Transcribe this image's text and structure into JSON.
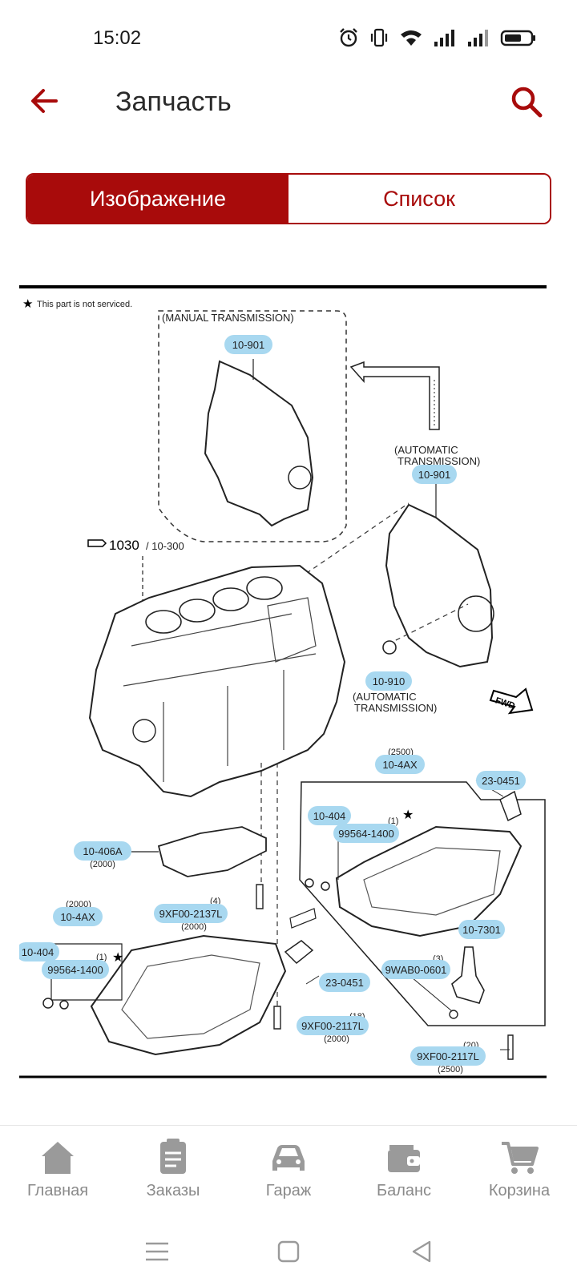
{
  "status_bar": {
    "time": "15:02",
    "icons": [
      "alarm-icon",
      "vibrate-icon",
      "wifi-icon",
      "signal-icon",
      "signal-icon",
      "battery-icon"
    ]
  },
  "app_bar": {
    "title": "Запчасть",
    "back_icon": "arrow-left-icon",
    "search_icon": "search-icon"
  },
  "tabs": [
    {
      "label": "Изображение",
      "active": true
    },
    {
      "label": "Список",
      "active": false
    }
  ],
  "diagram": {
    "note": "This part is not serviced.",
    "labels": {
      "manual_transmission": "(MANUAL TRANSMISSION)",
      "automatic_transmission_1": "(AUTOMATIC",
      "automatic_transmission_2": "TRANSMISSION)",
      "automatic_transmission_3": "(AUTOMATIC",
      "automatic_transmission_4": "TRANSMISSION)",
      "ref_1030": "1030",
      "ref_10300": "/ 10-300",
      "fwd": "FWD"
    },
    "callouts": [
      {
        "id": "p1",
        "code": "10-901"
      },
      {
        "id": "p2",
        "code": "10-901"
      },
      {
        "id": "p3",
        "code": "10-910"
      },
      {
        "id": "p4",
        "code": "10-4AX",
        "qty": "(2500)"
      },
      {
        "id": "p5",
        "code": "23-0451"
      },
      {
        "id": "p6",
        "code": "10-404"
      },
      {
        "id": "p7",
        "code": "99564-1400",
        "qty": "(1)"
      },
      {
        "id": "p8",
        "code": "10-406A",
        "qty": "(2000)"
      },
      {
        "id": "p9",
        "code": "9XF00-2137L",
        "qty": "(4)",
        "note": "(2000)"
      },
      {
        "id": "p10",
        "code": "10-4AX",
        "qty": "(2000)"
      },
      {
        "id": "p11",
        "code": "10-404"
      },
      {
        "id": "p12",
        "code": "99564-1400",
        "qty": "(1)"
      },
      {
        "id": "p13",
        "code": "23-0451"
      },
      {
        "id": "p14",
        "code": "10-7301"
      },
      {
        "id": "p15",
        "code": "9WAB0-0601",
        "qty": "(3)"
      },
      {
        "id": "p16",
        "code": "9XF00-2117L",
        "qty": "(18)",
        "note": "(2000)"
      },
      {
        "id": "p17",
        "code": "9XF00-2117L",
        "qty": "(20)",
        "note": "(2500)"
      }
    ]
  },
  "bottom_nav": [
    {
      "label": "Главная",
      "icon": "home-icon"
    },
    {
      "label": "Заказы",
      "icon": "orders-icon"
    },
    {
      "label": "Гараж",
      "icon": "car-icon"
    },
    {
      "label": "Баланс",
      "icon": "wallet-icon"
    },
    {
      "label": "Корзина",
      "icon": "cart-icon"
    }
  ],
  "system_nav": [
    "menu-icon",
    "home-square-icon",
    "back-triangle-icon"
  ],
  "colors": {
    "accent": "#a80b0b",
    "callout": "#a8d8f0",
    "nav_inactive": "#8a8a8a"
  }
}
